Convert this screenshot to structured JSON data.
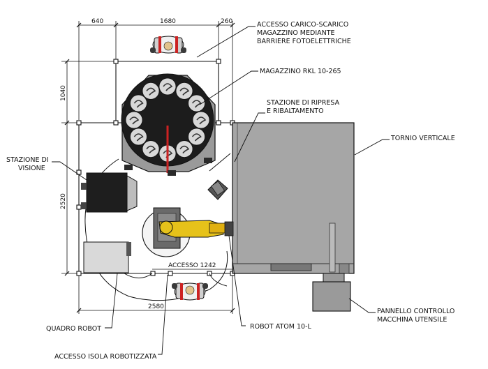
{
  "dimensions": {
    "top_left": "640",
    "top_mid": "1680",
    "top_right": "260",
    "left_upper": "1040",
    "left_lower": "2520",
    "bottom_total": "2580",
    "access": "ACCESSO 1242"
  },
  "labels": {
    "access_loading_1": "ACCESSO CARICO-SCARICO",
    "access_loading_2": "MAGAZZINO MEDIANTE",
    "access_loading_3": "BARRIERE FOTOELETTRICHE",
    "magazine": "MAGAZZINO RKL 10-265",
    "pickup_1": "STAZIONE DI RIPRESA",
    "pickup_2": "E RIBALTAMENTO",
    "lathe": "TORNIO VERTICALE",
    "vision_1": "STAZIONE DI",
    "vision_2": "VISIONE",
    "control_panel_1": "PANNELLO CONTROLLO",
    "control_panel_2": "MACCHINA UTENSILE",
    "robot_cabinet": "QUADRO ROBOT",
    "robot": "ROBOT ATOM 10-L",
    "cell_access": "ACCESSO ISOLA ROBOTIZZATA"
  },
  "colors": {
    "line": "#111111",
    "lathe_fill": "#a6a6a6",
    "magazine_fill": "#9a9a9a",
    "dark": "#1a1a1a",
    "robot_yellow": "#e6c21a",
    "cabinet": "#d9d9d9",
    "accent_red": "#cc2222"
  }
}
